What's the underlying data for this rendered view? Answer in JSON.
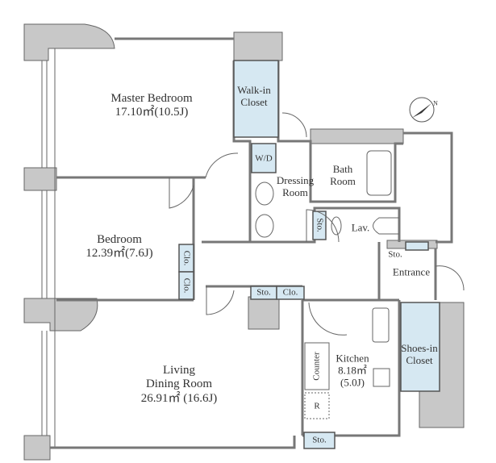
{
  "colors": {
    "wall": "#c8c8c8",
    "wall_edge": "#666666",
    "storage_fill": "#d6e8f2",
    "floor": "#ffffff"
  },
  "rooms": {
    "master_bedroom": {
      "name": "Master Bedroom",
      "area": "17.10㎡(10.5J)"
    },
    "walk_in_closet": {
      "line1": "Walk-in",
      "line2": "Closet"
    },
    "wd": "W/D",
    "dressing_room": {
      "line1": "Dressing",
      "line2": "Room"
    },
    "bath_room": {
      "line1": "Bath",
      "line2": "Room"
    },
    "sto_dressing": "Sto.",
    "lav": "Lav.",
    "bedroom": {
      "name": "Bedroom",
      "area": "12.39㎡(7.6J)"
    },
    "clo_upper": "Clo.",
    "clo_lower": "Clo.",
    "sto_hall": "Sto.",
    "clo_hall": "Clo.",
    "sto_entrance": "Sto.",
    "entrance": "Entrance",
    "living": {
      "line1": "Living",
      "line2": "Dining Room",
      "area": "26.91㎡ (16.6J)"
    },
    "kitchen": {
      "name": "Kitchen",
      "area": "8.18㎡",
      "tatami": "(5.0J)"
    },
    "counter": "Counter",
    "refrigerator": "R",
    "shoes_in_closet": {
      "line1": "Shoes-in",
      "line2": "Closet"
    },
    "sto_kitchen": "Sto."
  },
  "compass": {
    "label": "N",
    "icon": "compass-north-icon"
  }
}
